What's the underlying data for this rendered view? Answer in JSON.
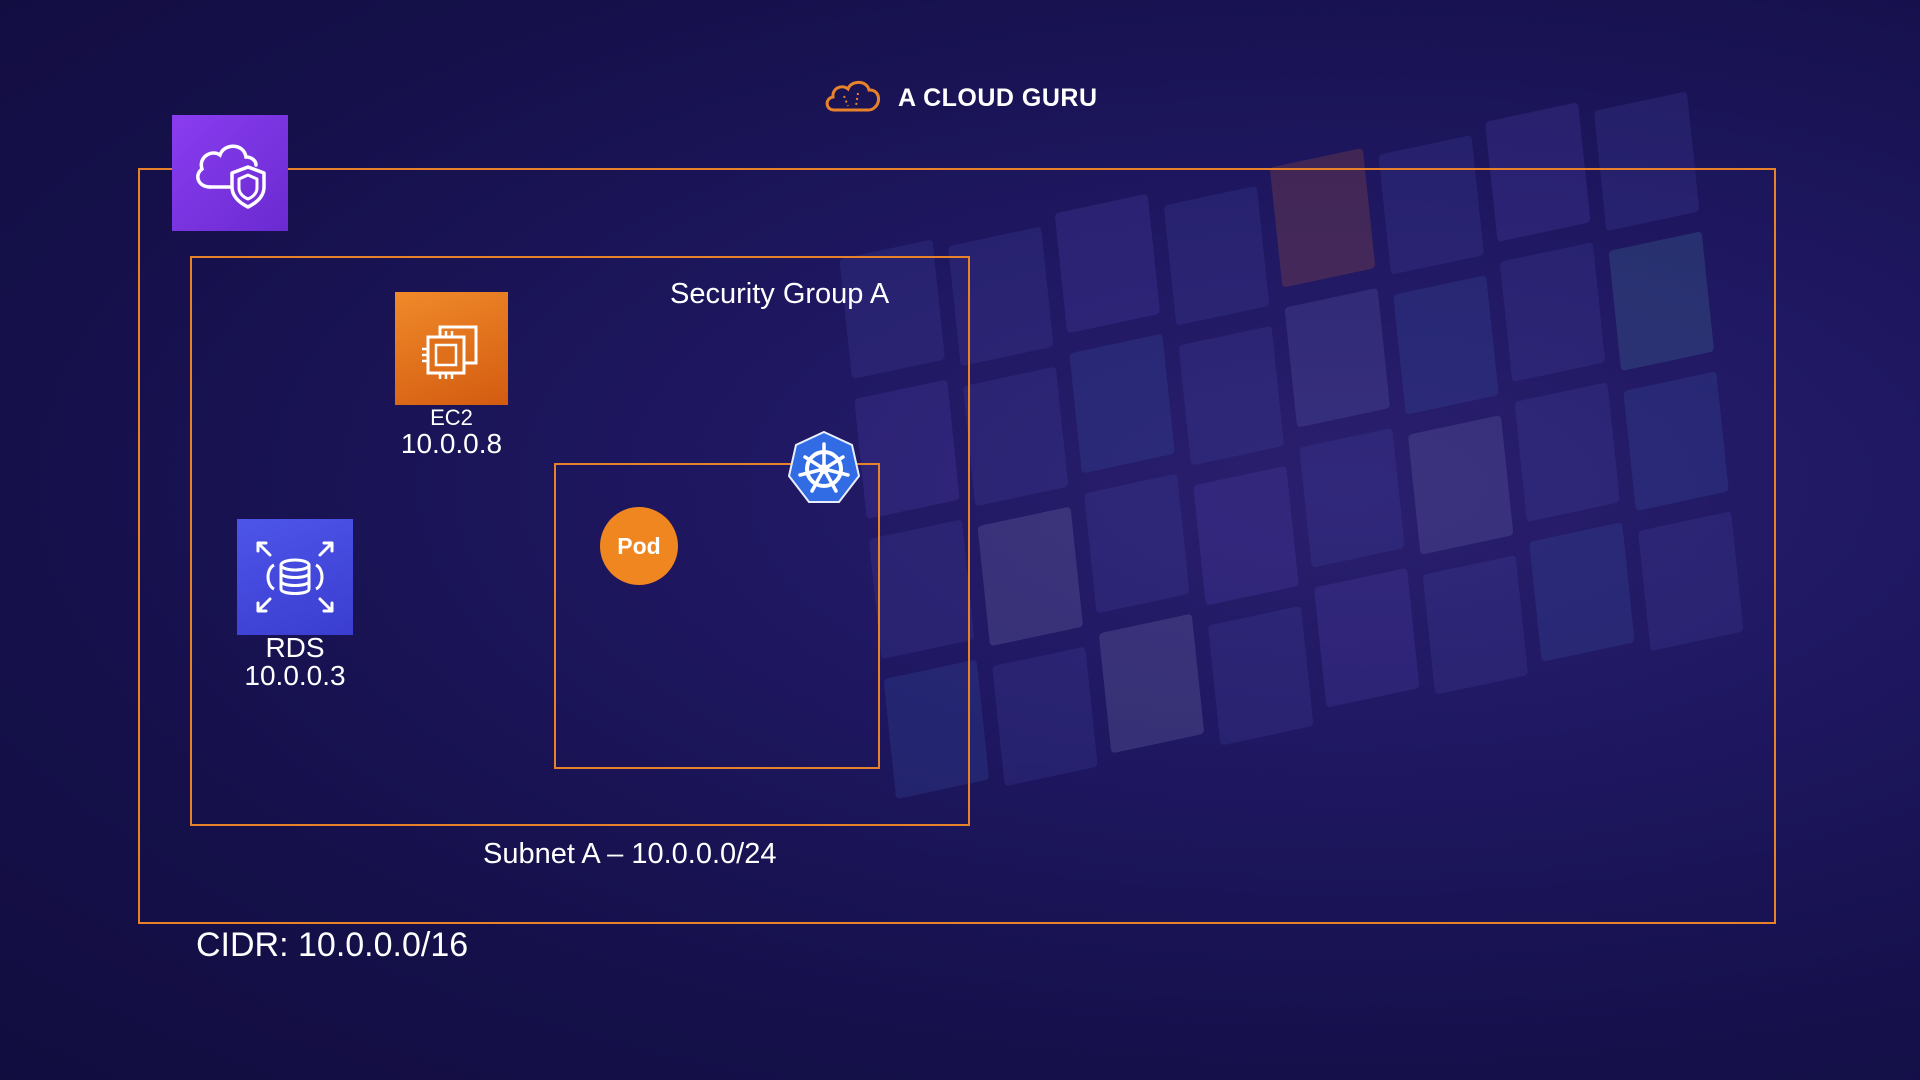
{
  "brand": {
    "name": "A CLOUD GURU",
    "logo_icon": "cloud-logo-icon"
  },
  "colors": {
    "accent_orange": "#e8822a",
    "vpc_purple": "#7a33e6",
    "ec2_orange": "#e8761f",
    "rds_blue": "#4248dc",
    "k8s_blue": "#326ce5"
  },
  "vpc": {
    "icon": "vpc-cloud-shield-icon",
    "cidr_label": "CIDR: 10.0.0.0/16"
  },
  "subnet": {
    "label": "Subnet A – 10.0.0.0/24"
  },
  "security_group": {
    "label": "Security Group A"
  },
  "ec2": {
    "icon": "ec2-chip-icon",
    "name": "EC2",
    "ip": "10.0.0.8"
  },
  "rds": {
    "icon": "rds-database-icon",
    "name": "RDS",
    "ip": "10.0.0.3"
  },
  "pod": {
    "label": "Pod",
    "k8s_icon": "kubernetes-wheel-icon"
  }
}
